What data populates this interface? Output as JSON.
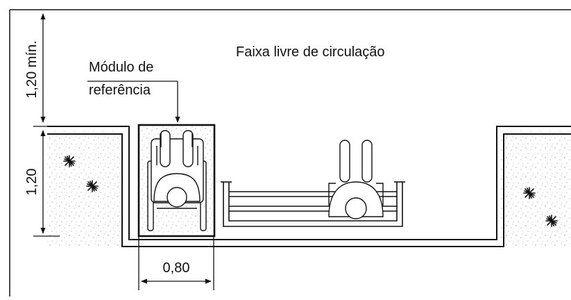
{
  "labels": {
    "dim_top": "1,20 mín.",
    "dim_left": "1,20",
    "dim_bottom": "0,80",
    "module_line1": "Módulo de",
    "module_line2": "referência",
    "free_strip": "Faixa livre de circulação"
  },
  "colors": {
    "line": "#111111",
    "texture": "#9a9a9a",
    "background": "#ffffff"
  },
  "icons": {
    "wheelchair": "wheelchair-user-icon",
    "bench_person": "seated-person-icon",
    "plant": "plant-icon"
  }
}
